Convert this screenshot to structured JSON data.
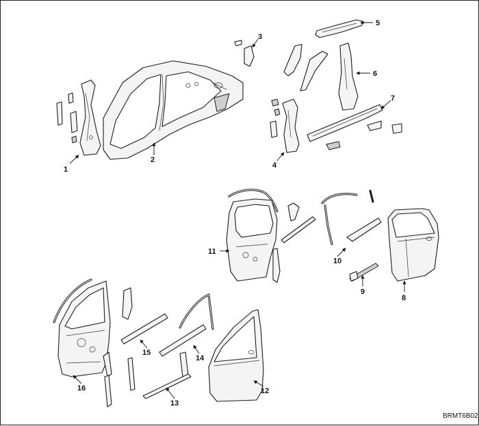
{
  "diagram_code": "BRMT6B02",
  "callouts": [
    "1",
    "2",
    "3",
    "4",
    "5",
    "6",
    "7",
    "8",
    "9",
    "10",
    "11",
    "12",
    "13",
    "14",
    "15",
    "16"
  ]
}
